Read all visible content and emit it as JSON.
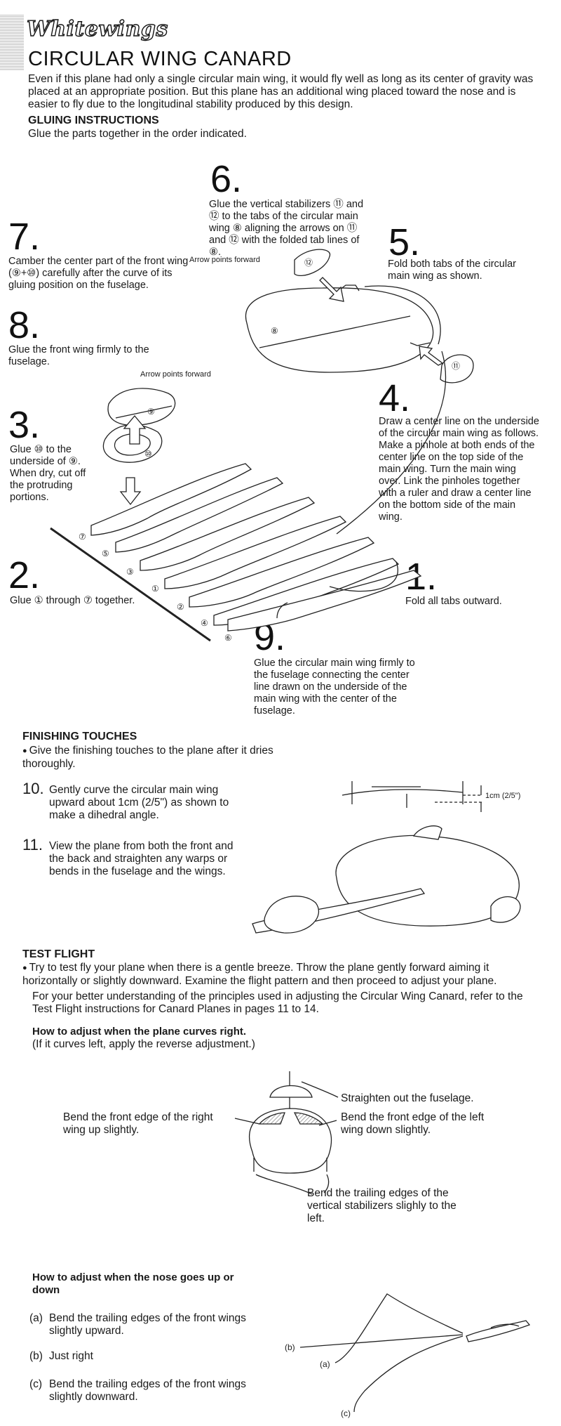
{
  "brand": "Whitewings",
  "title": "CIRCULAR WING CANARD",
  "intro": "Even if this plane had only a single circular main wing, it would fly well as long as its center of gravity was placed at an appropriate position. But this plane has an additional wing placed toward the nose and is easier to fly due to the longitudinal stability produced by this design.",
  "gluing": {
    "heading": "GLUING INSTRUCTIONS",
    "subtitle": "Glue the parts together in the order indicated."
  },
  "steps": {
    "s1": {
      "num": "1.",
      "text": "Fold all tabs outward."
    },
    "s2": {
      "num": "2.",
      "text": "Glue ① through ⑦ together."
    },
    "s3": {
      "num": "3.",
      "text": "Glue ⑩ to the underside of ⑨. When dry, cut off the protruding portions."
    },
    "s4": {
      "num": "4.",
      "text": "Draw a center line on the underside of the circular main wing as follows. Make a pinhole at both ends of the center line on the top side of the main wing. Turn the main wing over. Link the pinholes together with a ruler and draw a center line on the bottom side of the main wing."
    },
    "s5": {
      "num": "5.",
      "text": "Fold both tabs of the circular main wing as shown."
    },
    "s6": {
      "num": "6.",
      "text": "Glue the vertical stabilizers ⑪ and ⑫ to the tabs of the circular main wing ⑧ aligning the arrows on ⑪ and ⑫ with the folded tab lines of ⑧."
    },
    "s7": {
      "num": "7.",
      "text": "Camber the center part of the front wing (⑨+⑩) carefully after the curve of its gluing position on the fuselage."
    },
    "s8": {
      "num": "8.",
      "text": "Glue the front wing firmly to the fuselage."
    },
    "s9": {
      "num": "9.",
      "text": "Glue the circular main wing firmly to the fuselage connecting the center line drawn on the underside of the main wing with the center of the fuselage."
    }
  },
  "diagram_labels": {
    "arrow_forward_1": "Arrow points forward",
    "arrow_forward_2": "Arrow points forward",
    "part_8": "⑧",
    "part_9": "⑨",
    "part_10": "⑩",
    "part_11": "⑪",
    "part_12": "⑫",
    "stack": [
      "⑦",
      "⑤",
      "③",
      "①",
      "②",
      "④",
      "⑥"
    ]
  },
  "finishing": {
    "heading": "FINISHING TOUCHES",
    "bullet": "Give the finishing touches to the plane after it dries thoroughly.",
    "i10_num": "10.",
    "i10_text": "Gently curve the circular main wing upward about 1cm (2/5\") as shown to make a dihedral angle.",
    "i10_dim": "1cm (2/5\")",
    "i11_num": "11.",
    "i11_text": "View the plane from both the front and the back and straighten any warps or bends in the fuselage and the wings."
  },
  "test_flight": {
    "heading": "TEST FLIGHT",
    "bullet": "Try to test fly your plane when there is a gentle breeze. Throw the plane gently forward aiming it horizontally or slightly downward. Examine the flight pattern and then proceed to adjust your plane.",
    "para": "For your better understanding of the principles used in adjusting the Circular Wing Canard, refer to the Test Flight instructions for Canard Planes in pages 11 to 14.",
    "curve_heading": "How to adjust when the plane curves right.",
    "curve_note": "(If it curves left, apply the reverse adjustment.)",
    "c_straighten": "Straighten out the fuselage.",
    "c_right": "Bend the front edge of the right wing up slightly.",
    "c_left": "Bend the front edge of the left wing down slightly.",
    "c_trailing": "Bend the trailing edges of the vertical stabilizers slighly to the left.",
    "nose_heading": "How to adjust when the nose goes up or down",
    "a_label": "(a)",
    "a_text": "Bend the trailing edges of the front wings slightly upward.",
    "b_label": "(b)",
    "b_text": "Just right",
    "c_label": "(c)",
    "c_text": "Bend the trailing edges of the front wings slightly downward.",
    "path_a": "(a)",
    "path_b": "(b)",
    "path_c": "(c)"
  }
}
